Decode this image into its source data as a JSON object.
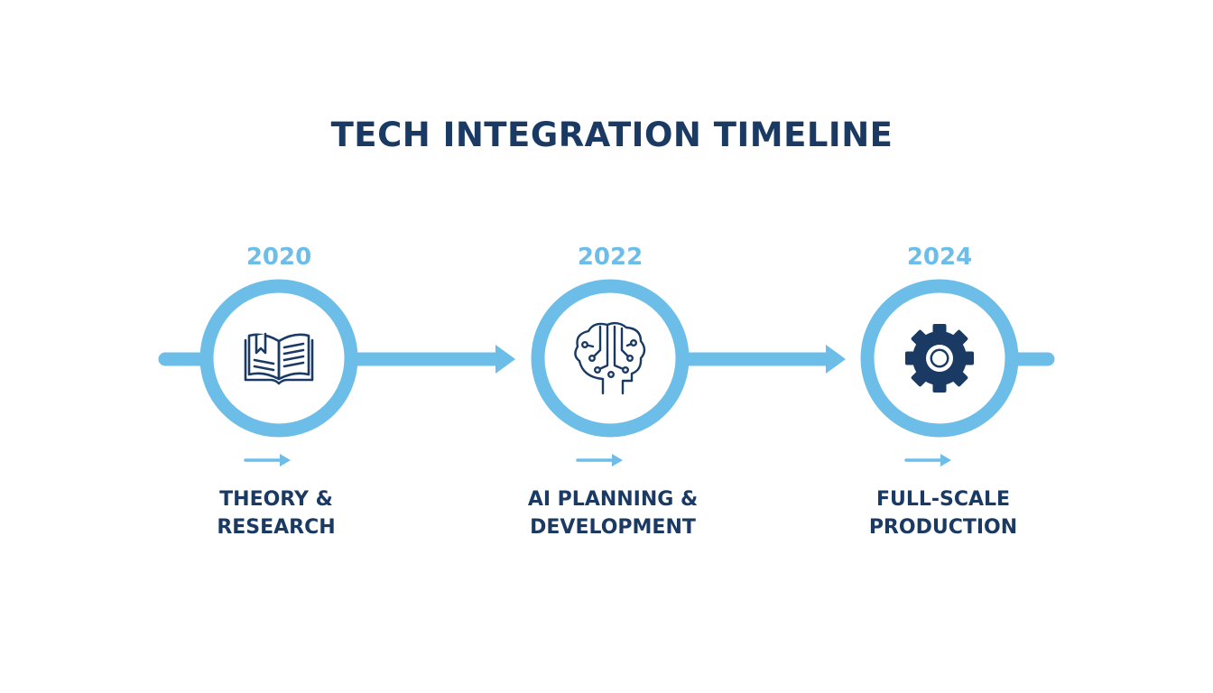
{
  "title": "TECH INTEGRATION TIMELINE",
  "colors": {
    "accent": "#6cbde8",
    "navy": "#1a3a64"
  },
  "milestones": [
    {
      "year": "2020",
      "label_line1": "THEORY &",
      "label_line2": "RESEARCH",
      "icon": "open-book-icon"
    },
    {
      "year": "2022",
      "label_line1": "AI PLANNING &",
      "label_line2": "DEVELOPMENT",
      "icon": "ai-brain-head-icon"
    },
    {
      "year": "2024",
      "label_line1": "FULL-SCALE",
      "label_line2": "PRODUCTION",
      "icon": "gear-icon"
    }
  ]
}
